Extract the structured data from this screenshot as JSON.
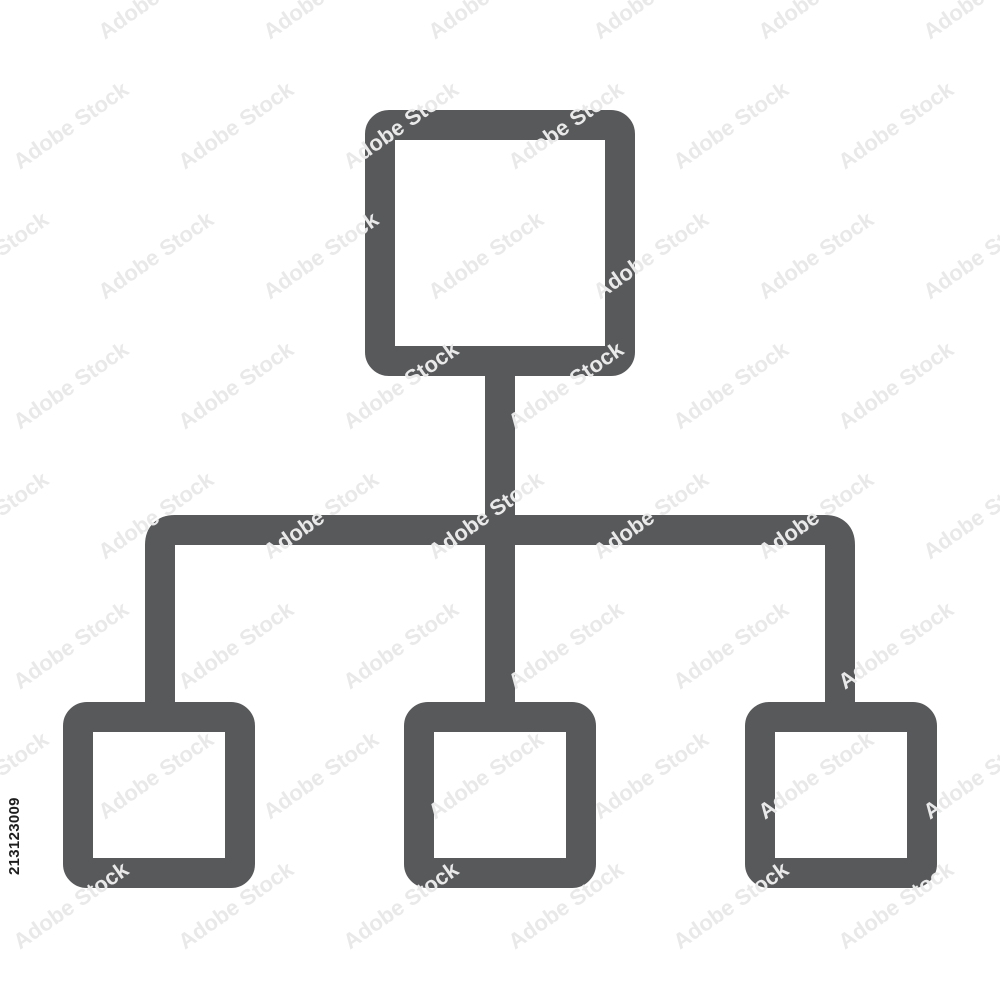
{
  "icon": {
    "name": "hierarchy-structure-icon",
    "stroke_color": "#58595b",
    "background_color": "#ffffff",
    "nodes": {
      "root": "square",
      "children": [
        "square",
        "square",
        "square"
      ]
    }
  },
  "watermark": {
    "text": "Adobe Stock",
    "color": "#e9e9ea"
  },
  "stock_id": "213123009"
}
